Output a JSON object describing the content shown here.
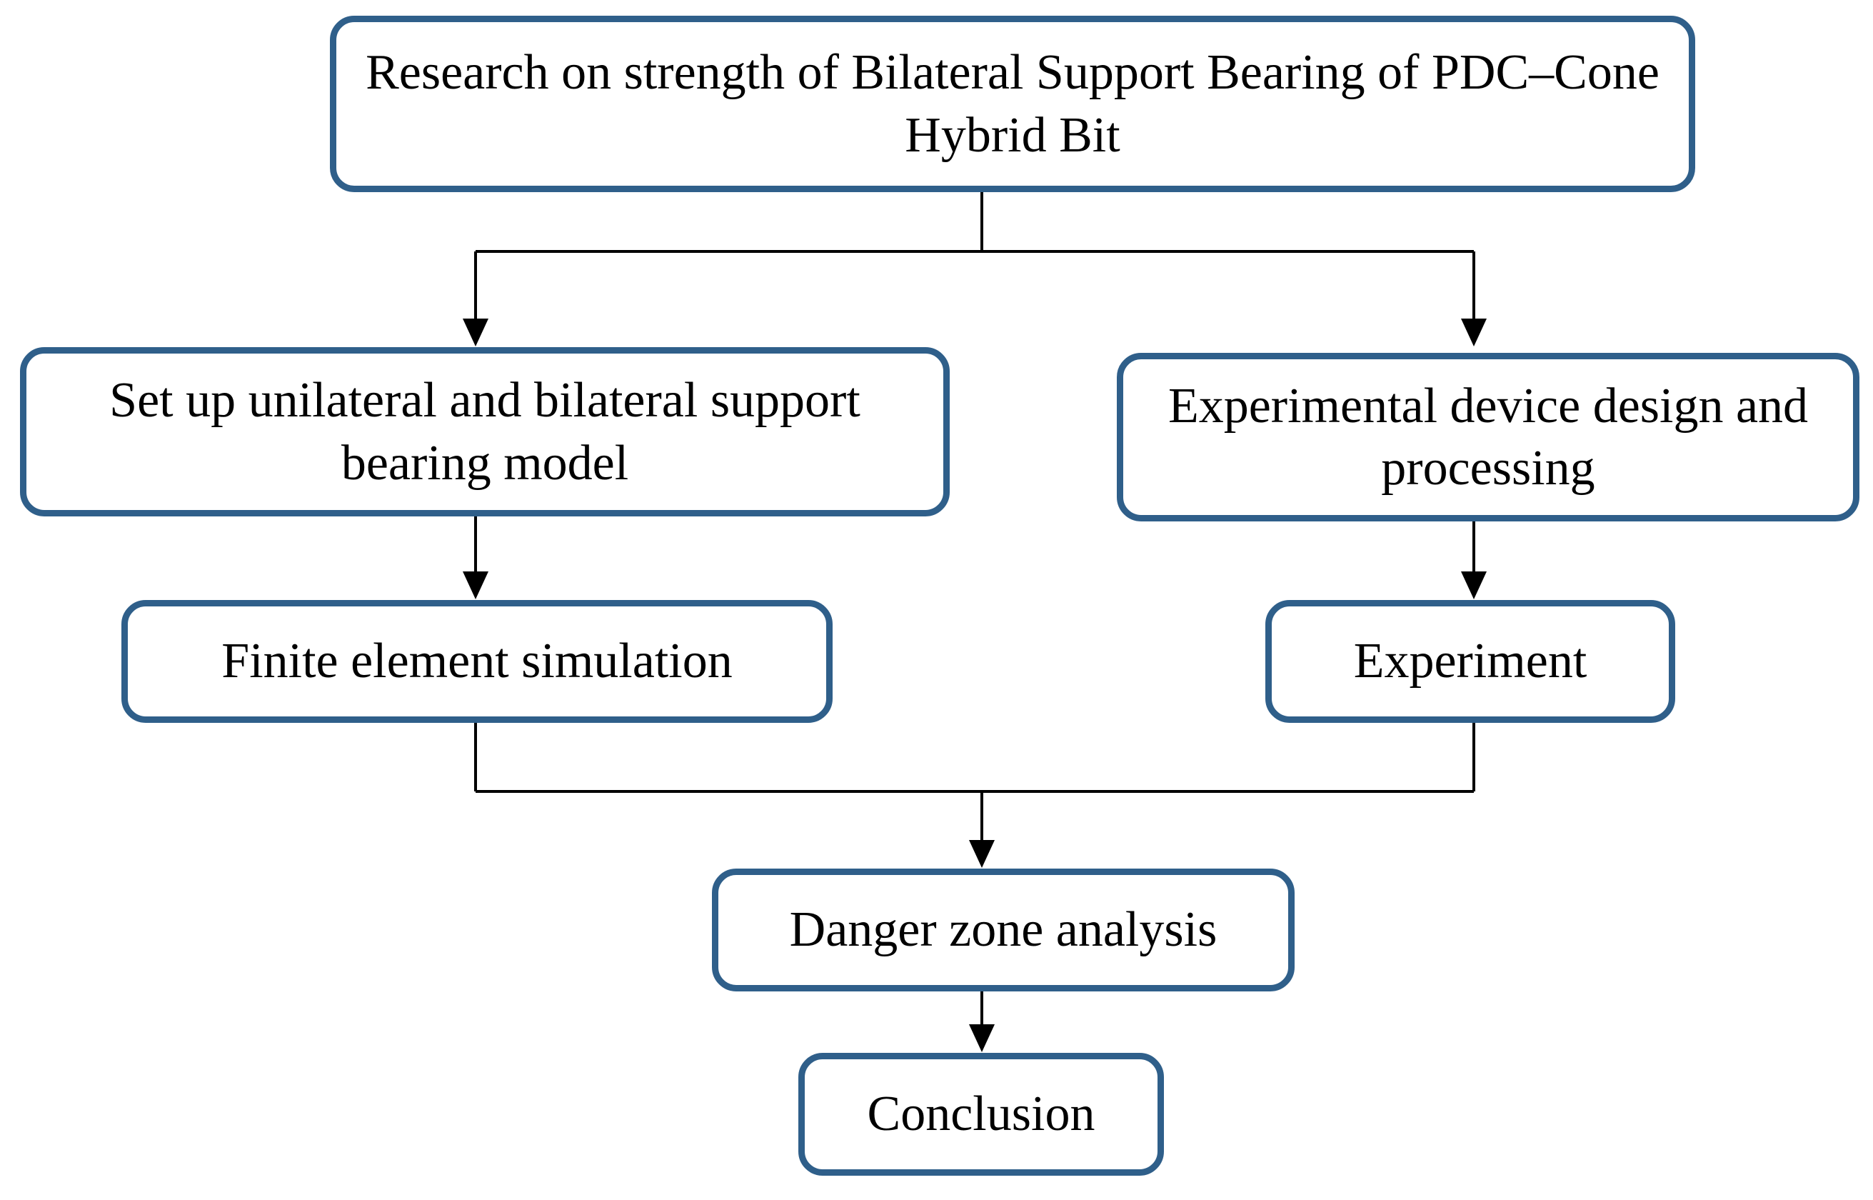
{
  "diagram": {
    "type": "flowchart",
    "nodes": [
      {
        "id": "research",
        "label": "Research on strength of Bilateral Support Bearing of PDC–Cone Hybrid Bit"
      },
      {
        "id": "model",
        "label": "Set up unilateral and bilateral support bearing model"
      },
      {
        "id": "device",
        "label": "Experimental device design and processing"
      },
      {
        "id": "fem",
        "label": "Finite element simulation"
      },
      {
        "id": "experiment",
        "label": "Experiment"
      },
      {
        "id": "danger",
        "label": "Danger zone analysis"
      },
      {
        "id": "conclusion",
        "label": "Conclusion"
      }
    ],
    "edges": [
      {
        "from": "research",
        "to": "model"
      },
      {
        "from": "research",
        "to": "device"
      },
      {
        "from": "model",
        "to": "fem"
      },
      {
        "from": "device",
        "to": "experiment"
      },
      {
        "from": "fem",
        "to": "danger"
      },
      {
        "from": "experiment",
        "to": "danger"
      },
      {
        "from": "danger",
        "to": "conclusion"
      }
    ],
    "colors": {
      "box_border": "#2f5f8a",
      "connector": "#000000",
      "text": "#000000",
      "background": "#ffffff"
    }
  }
}
